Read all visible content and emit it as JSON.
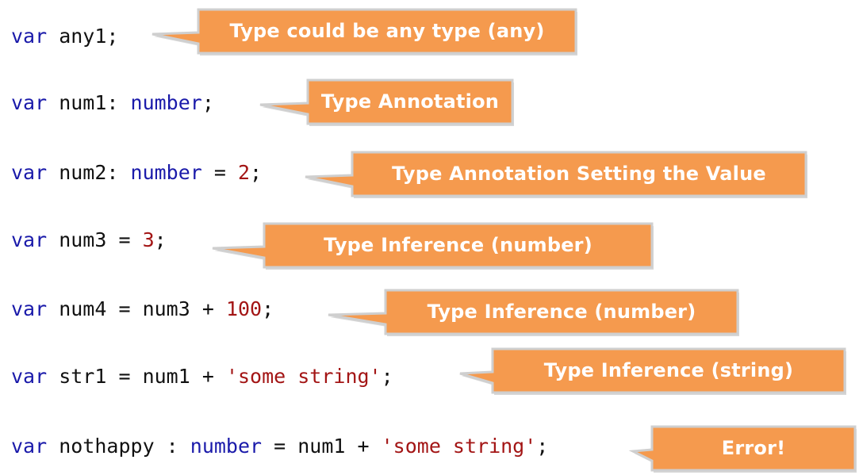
{
  "colors": {
    "keyword": "#1a1aaa",
    "plain": "#111111",
    "number_literal": "#a31515",
    "string_literal": "#a31515",
    "callout_fill": "#f59a4e",
    "callout_border": "#cfcfcf",
    "callout_text": "#ffffff"
  },
  "lines": [
    {
      "tokens": [
        {
          "text": "var",
          "kind": "keyword"
        },
        {
          "text": " any1;",
          "kind": "plain"
        }
      ],
      "callout": "Type could be any type (any)"
    },
    {
      "tokens": [
        {
          "text": "var",
          "kind": "keyword"
        },
        {
          "text": " num1: ",
          "kind": "plain"
        },
        {
          "text": "number",
          "kind": "keyword"
        },
        {
          "text": ";",
          "kind": "plain"
        }
      ],
      "callout": "Type Annotation"
    },
    {
      "tokens": [
        {
          "text": "var",
          "kind": "keyword"
        },
        {
          "text": " num2: ",
          "kind": "plain"
        },
        {
          "text": "number",
          "kind": "keyword"
        },
        {
          "text": " = ",
          "kind": "plain"
        },
        {
          "text": "2",
          "kind": "number_literal"
        },
        {
          "text": ";",
          "kind": "plain"
        }
      ],
      "callout": "Type Annotation Setting the Value"
    },
    {
      "tokens": [
        {
          "text": "var",
          "kind": "keyword"
        },
        {
          "text": " num3 = ",
          "kind": "plain"
        },
        {
          "text": "3",
          "kind": "number_literal"
        },
        {
          "text": ";",
          "kind": "plain"
        }
      ],
      "callout": "Type Inference (number)"
    },
    {
      "tokens": [
        {
          "text": "var",
          "kind": "keyword"
        },
        {
          "text": " num4 = num3 + ",
          "kind": "plain"
        },
        {
          "text": "100",
          "kind": "number_literal"
        },
        {
          "text": ";",
          "kind": "plain"
        }
      ],
      "callout": "Type Inference (number)"
    },
    {
      "tokens": [
        {
          "text": "var",
          "kind": "keyword"
        },
        {
          "text": " str1 = num1 + ",
          "kind": "plain"
        },
        {
          "text": "'some string'",
          "kind": "string_literal"
        },
        {
          "text": ";",
          "kind": "plain"
        }
      ],
      "callout": "Type Inference (string)"
    },
    {
      "tokens": [
        {
          "text": "var",
          "kind": "keyword"
        },
        {
          "text": " nothappy : ",
          "kind": "plain"
        },
        {
          "text": "number",
          "kind": "keyword"
        },
        {
          "text": " = num1 + ",
          "kind": "plain"
        },
        {
          "text": "'some string'",
          "kind": "string_literal"
        },
        {
          "text": ";",
          "kind": "plain"
        }
      ],
      "callout": "Error!"
    }
  ]
}
